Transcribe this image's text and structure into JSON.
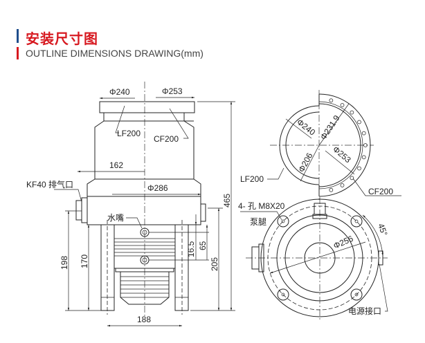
{
  "header": {
    "title": "安装尺寸图",
    "subtitle": "OUTLINE  DIMENSIONS DRAWING(mm)"
  },
  "side_view": {
    "dim_phi240": "Φ240",
    "dim_phi253": "Φ253",
    "label_lf200": "LF200",
    "label_cf200": "CF200",
    "dim_162": "162",
    "label_kf40": "KF40 排气口",
    "dim_phi286": "Φ286",
    "label_water": "水嘴",
    "dim_465": "465",
    "dim_65": "65",
    "dim_16_5": "16.5",
    "dim_205": "205",
    "dim_198": "198",
    "dim_170": "170",
    "dim_188": "188"
  },
  "top_view": {
    "dim_phi240": "Φ240",
    "dim_phi231_9": "Φ231.9",
    "dim_phi206": "Φ206",
    "dim_phi253": "Φ253",
    "label_lf200": "LF200",
    "label_cf200": "CF200"
  },
  "bottom_view": {
    "label_holes": "4- 孔 M8X20",
    "label_legs": "泵腿",
    "dim_phi256": "Φ256",
    "dim_angle": "45°",
    "label_power": "电源接口"
  }
}
